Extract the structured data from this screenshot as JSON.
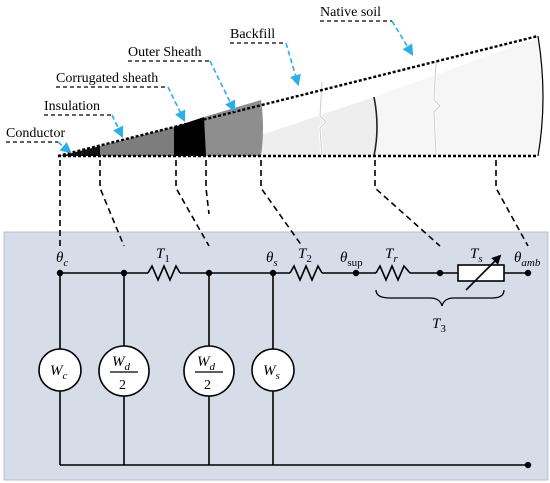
{
  "layers": {
    "conductor": "Conductor",
    "insulation": "Insulation",
    "corrugated_sheath": "Corrugated sheath",
    "outer_sheath": "Outer Sheath",
    "backfill": "Backfill",
    "native_soil": "Native soil"
  },
  "circuit": {
    "theta_c": {
      "base": "θ",
      "sub": "c"
    },
    "theta_s": {
      "base": "θ",
      "sub": "s"
    },
    "theta_sup": {
      "base": "θ",
      "sub": "sup"
    },
    "theta_amb": {
      "base": "θ",
      "sub": "amb"
    },
    "t1": {
      "base": "T",
      "sub": "1"
    },
    "t2": {
      "base": "T",
      "sub": "2"
    },
    "tr": {
      "base": "T",
      "sub": "r"
    },
    "ts": {
      "base": "T",
      "sub": "s"
    },
    "t3": {
      "base": "T",
      "sub": "3"
    },
    "wc": {
      "base": "W",
      "sub": "c"
    },
    "wd1": {
      "base": "W",
      "sub": "d",
      "den": "2"
    },
    "wd2": {
      "base": "W",
      "sub": "d",
      "den": "2"
    },
    "ws": {
      "base": "W",
      "sub": "s"
    }
  },
  "colors": {
    "panel": "#d6dde8",
    "outer_sheath": "#000000",
    "insulation": "#8a8a8a",
    "backfill": "#eeeeee",
    "native_soil": "#f6f6f6",
    "arrow": "#2eaee6"
  }
}
